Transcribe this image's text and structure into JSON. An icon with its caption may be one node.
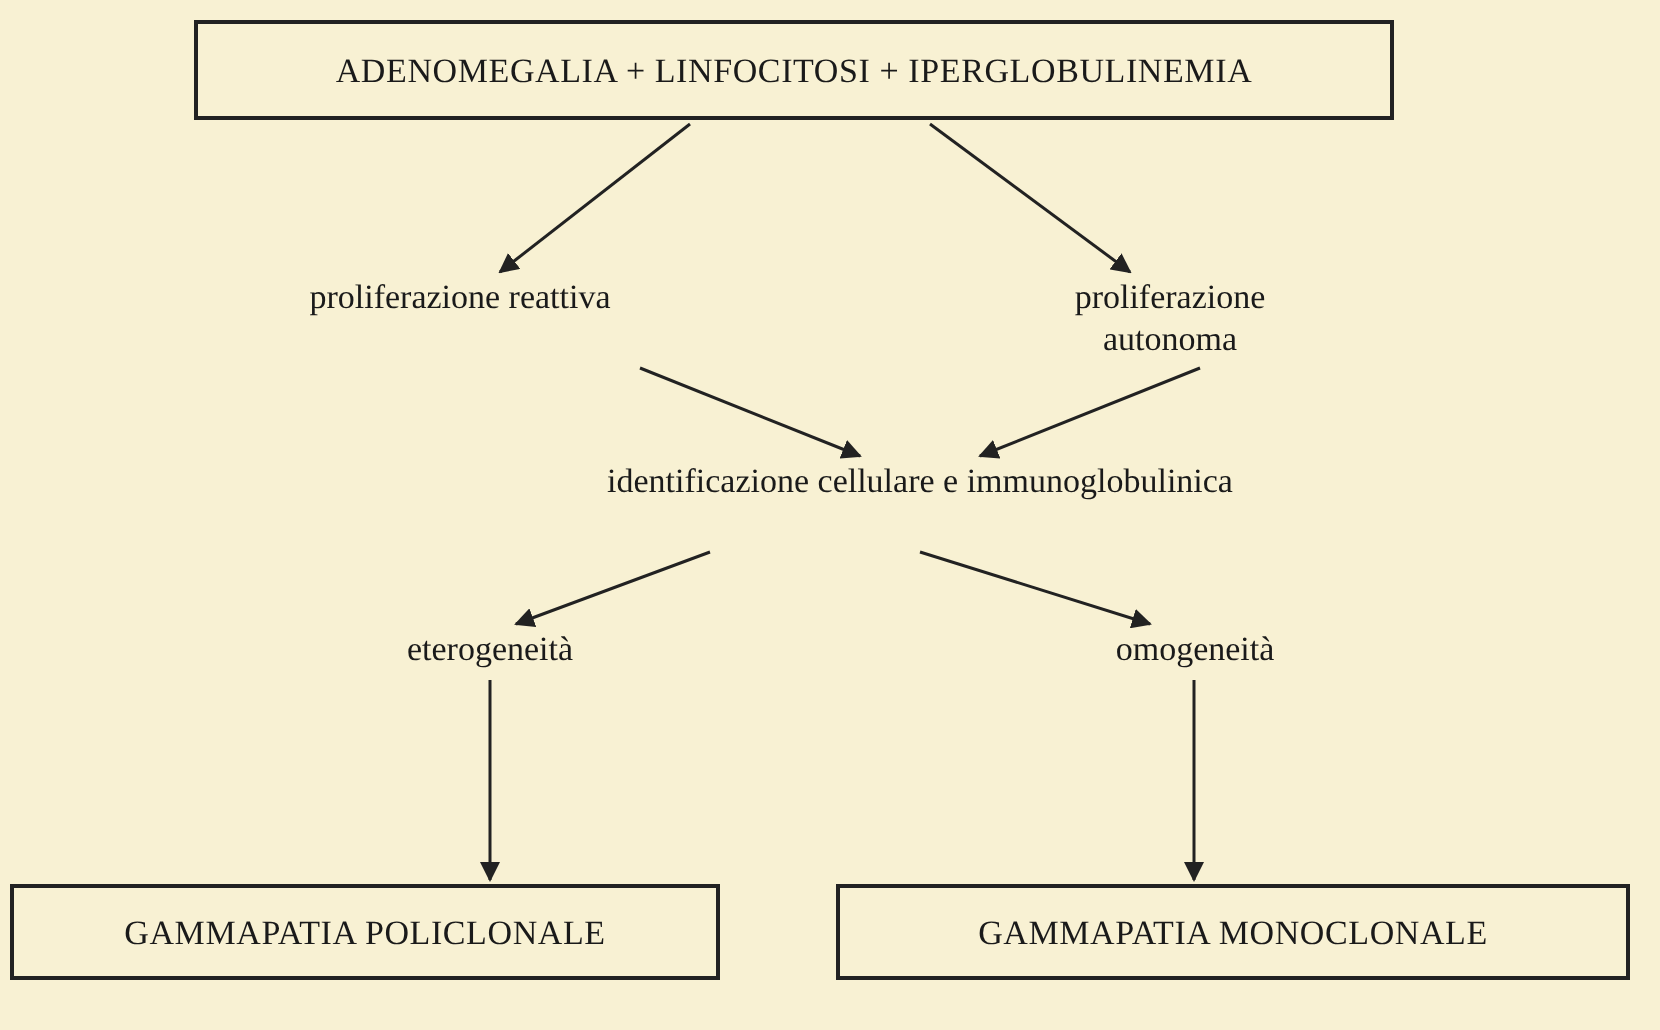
{
  "diagram": {
    "nodes": [
      {
        "text": [
          "ADENOMEGALIA + LINFOCITOSI + IPERGLOBULINEMIA"
        ]
      },
      {
        "text": [
          "proliferazione reattiva"
        ]
      },
      {
        "text": [
          "proliferazione autonoma"
        ]
      },
      {
        "text": [
          "identificazione cellulare e immunoglobulinica"
        ]
      },
      {
        "text": [
          "eterogeneità"
        ]
      },
      {
        "text": [
          "omogeneità"
        ]
      },
      {
        "text": [
          "GAMMAPATIA POLICLONALE"
        ]
      },
      {
        "text": [
          "GAMMAPATIA MONOCLONALE"
        ]
      }
    ],
    "edges": [
      {
        "from": 0,
        "to": 1,
        "arrow": "to"
      },
      {
        "from": 0,
        "to": 2,
        "arrow": "to"
      },
      {
        "from": 1,
        "to": 3,
        "arrow": "to"
      },
      {
        "from": 2,
        "to": 3,
        "arrow": "to"
      },
      {
        "from": 3,
        "to": 4,
        "arrow": "to"
      },
      {
        "from": 3,
        "to": 5,
        "arrow": "to"
      },
      {
        "from": 4,
        "to": 6,
        "arrow": "to"
      },
      {
        "from": 5,
        "to": 7,
        "arrow": "to"
      }
    ]
  }
}
